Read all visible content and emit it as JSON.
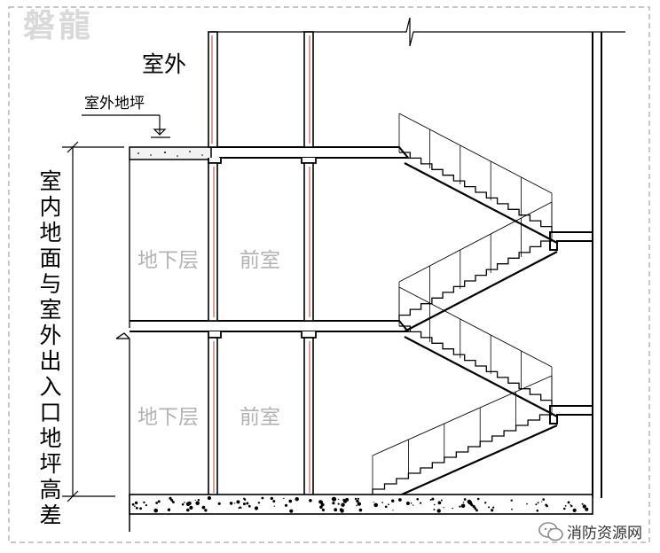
{
  "diagram": {
    "watermark_logo": "磐龍",
    "outdoor_label": "室外",
    "outdoor_ground_label": "室外地坪",
    "height_difference_label": "室内地面与室外出入口地坪高差",
    "upper_level": {
      "basement_label": "地下层",
      "anteroom_label": "前室"
    },
    "lower_level": {
      "basement_label": "地下层",
      "anteroom_label": "前室"
    },
    "source_watermark": "消防资源网"
  },
  "colors": {
    "line": "#000000",
    "ghost_text": "#b3b3b3",
    "border": "#a6a6a6",
    "fill": "#f3f3f3",
    "red": "#c0392b"
  },
  "icons": {
    "wechat": "wechat-icon",
    "level_mark": "elevation-triangle-icon"
  }
}
